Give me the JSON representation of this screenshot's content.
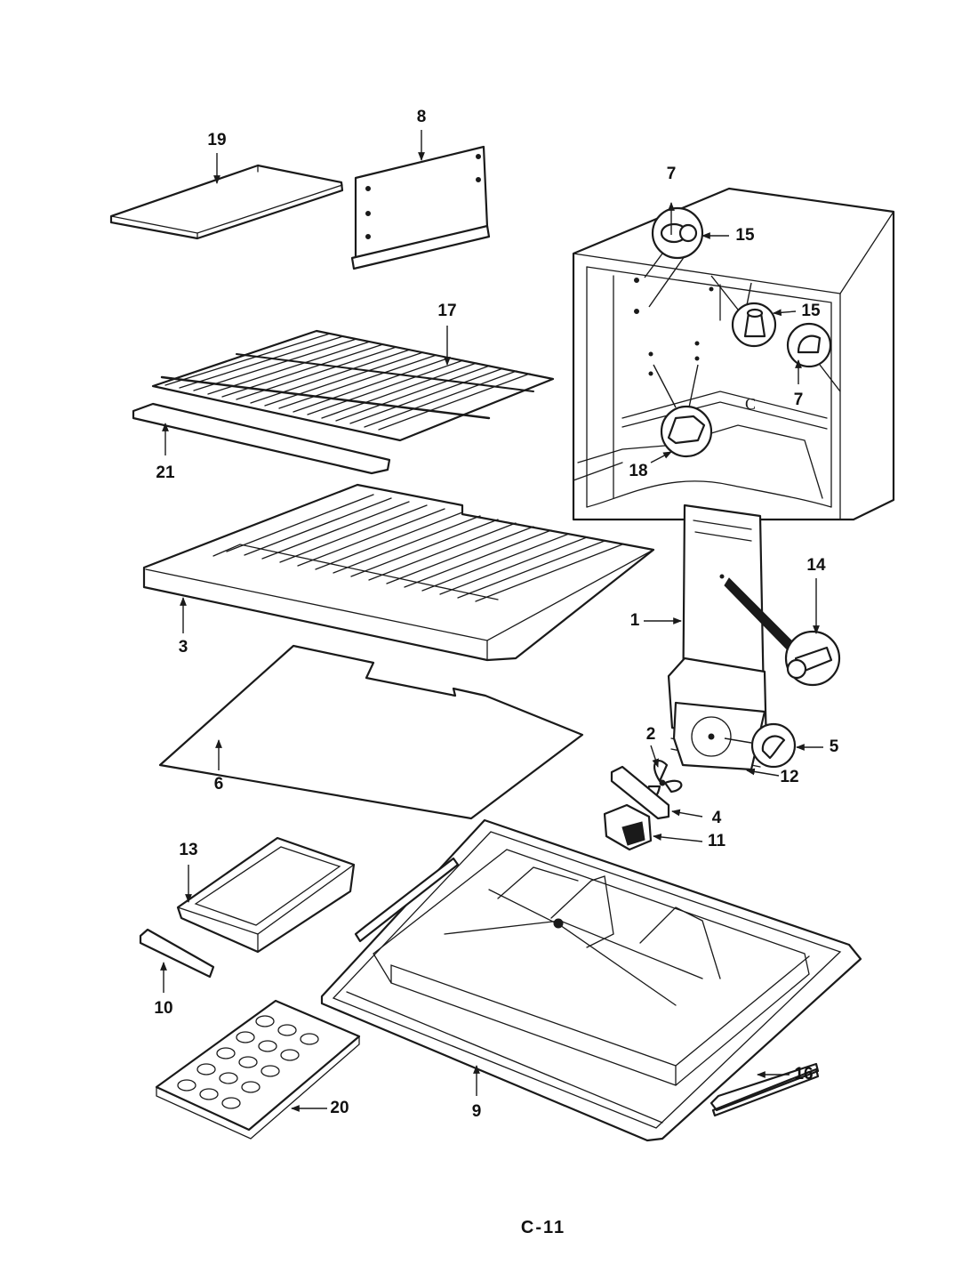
{
  "diagram": {
    "page_code": "C-11",
    "callouts": {
      "c1": "1",
      "c2": "2",
      "c3": "3",
      "c4": "4",
      "c5": "5",
      "c6": "6",
      "c7a": "7",
      "c7b": "7",
      "c8": "8",
      "c9": "9",
      "c10": "10",
      "c11": "11",
      "c12": "12",
      "c13": "13",
      "c14": "14",
      "c15a": "15",
      "c15b": "15",
      "c16": "16",
      "c17": "17",
      "c18": "18",
      "c19": "19",
      "c20": "20",
      "c21": "21"
    }
  }
}
